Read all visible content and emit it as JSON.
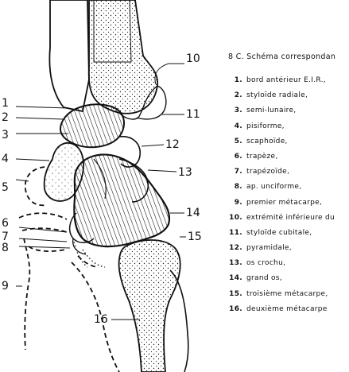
{
  "figure": {
    "title": "8 C. Schéma correspondan",
    "callouts": [
      "1",
      "2",
      "3",
      "4",
      "5",
      "6",
      "7",
      "8",
      "9",
      "10",
      "11",
      "12",
      "13",
      "14",
      "15",
      "16"
    ],
    "legend": [
      {
        "num": "1.",
        "text": "bord antérieur E.I.R.,"
      },
      {
        "num": "2.",
        "text": "styloïde radiale,"
      },
      {
        "num": "3.",
        "text": "semi-lunaire,"
      },
      {
        "num": "4.",
        "text": "pisiforme,"
      },
      {
        "num": "5.",
        "text": "scaphoïde,"
      },
      {
        "num": "6.",
        "text": "trapèze,"
      },
      {
        "num": "7.",
        "text": "trapézoïde,"
      },
      {
        "num": "8.",
        "text": "ap. unciforme,"
      },
      {
        "num": "9.",
        "text": "premier métacarpe,"
      },
      {
        "num": "10.",
        "text": "extrémité inférieure du"
      },
      {
        "num": "11.",
        "text": "styloïde cubitale,"
      },
      {
        "num": "12.",
        "text": "pyramidale,"
      },
      {
        "num": "13.",
        "text": "os crochu,"
      },
      {
        "num": "14.",
        "text": "grand os,"
      },
      {
        "num": "15.",
        "text": "troisième métacarpe,"
      },
      {
        "num": "16.",
        "text": "deuxième métacarpe"
      }
    ]
  }
}
